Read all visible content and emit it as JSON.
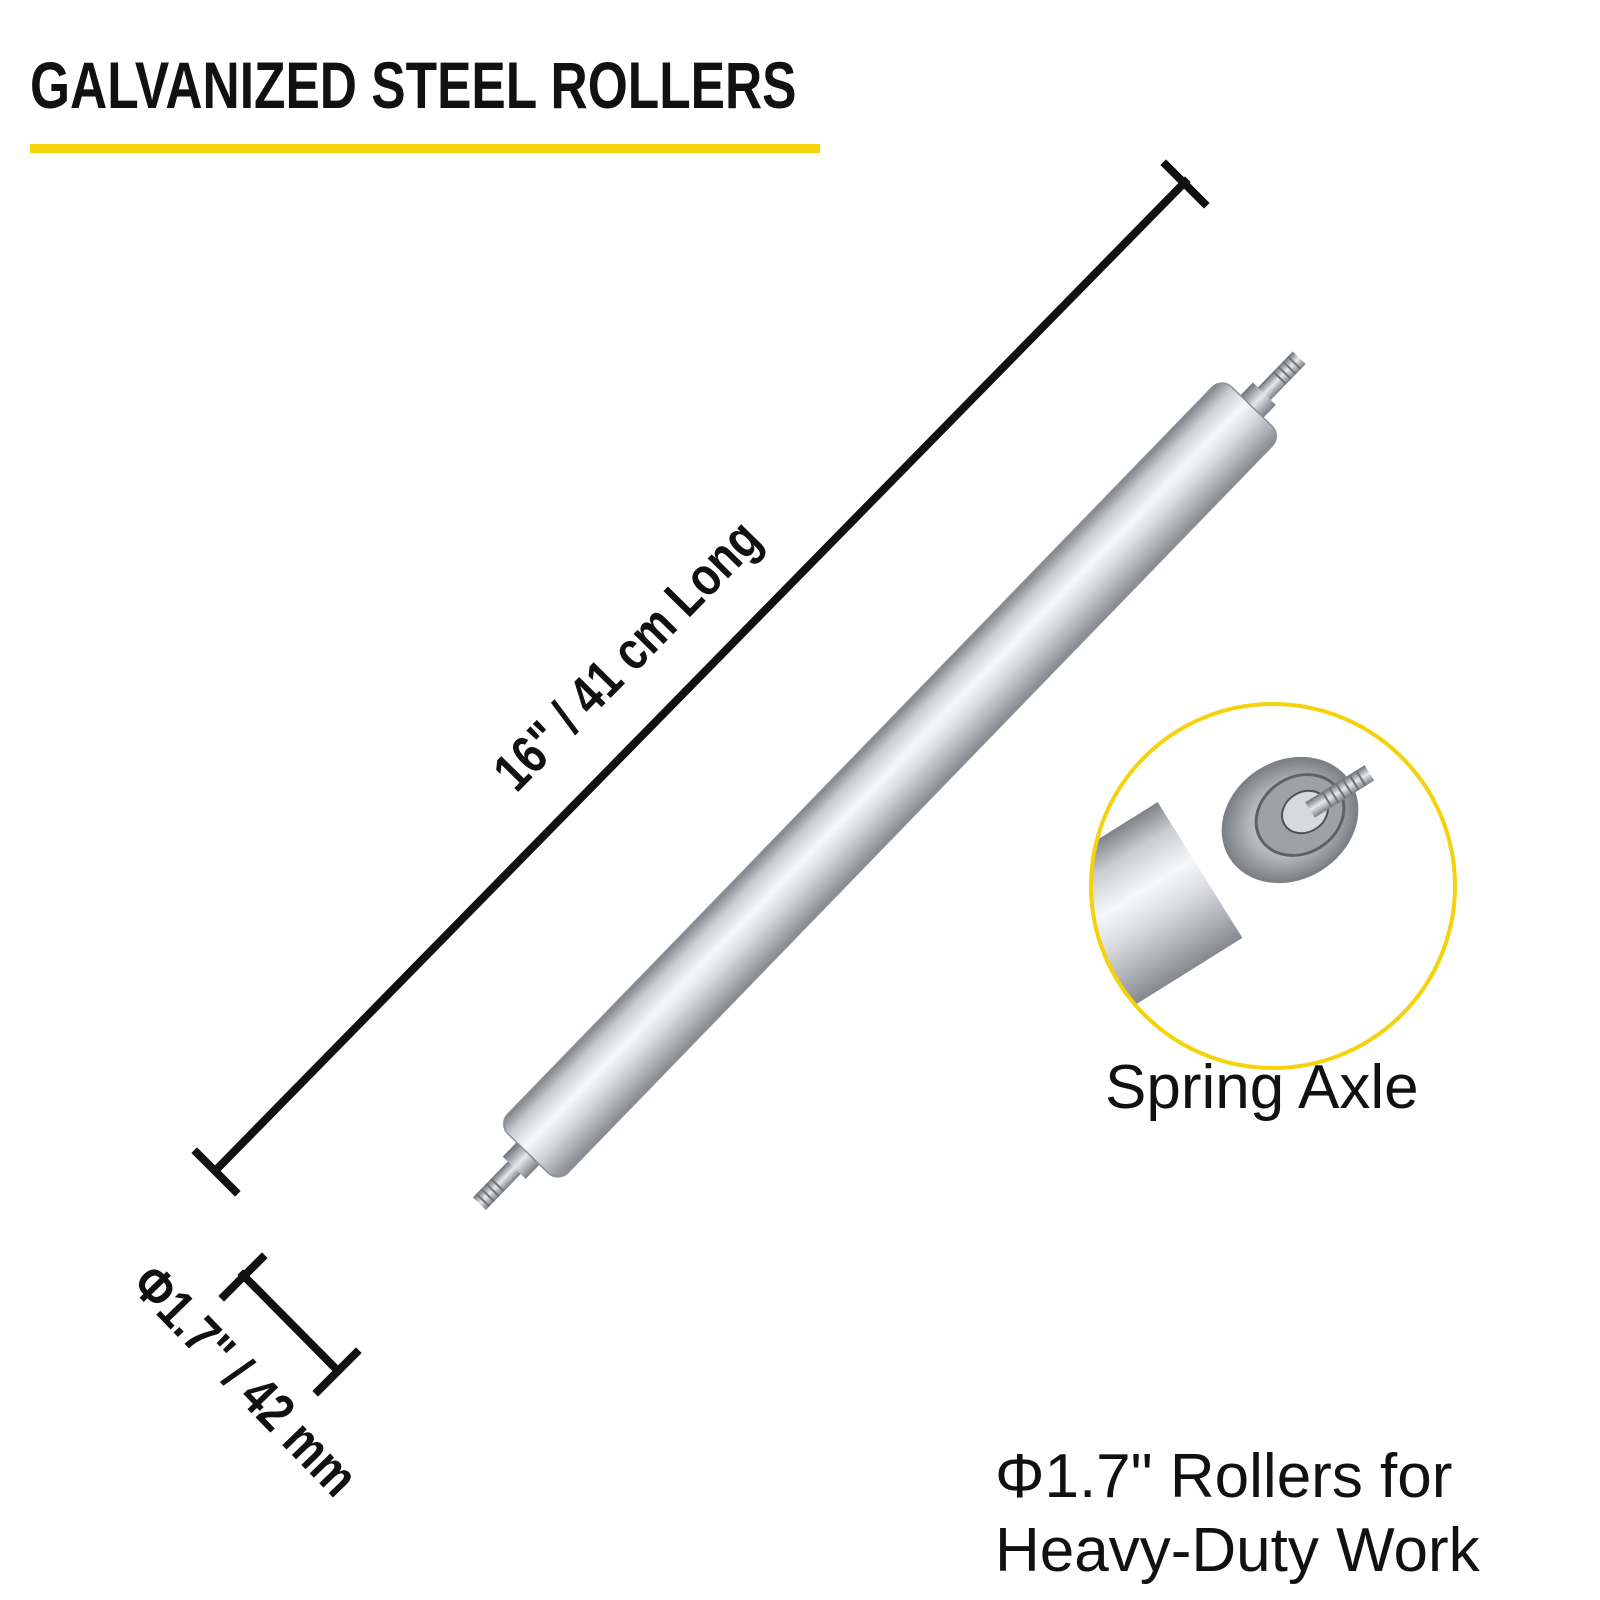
{
  "header": {
    "title": "GALVANIZED STEEL ROLLERS",
    "underline_color": "#f5d20a"
  },
  "dimensions": {
    "length_label": "16\" / 41 cm Long",
    "diameter_label": "Φ1.7\" / 42 mm"
  },
  "detail_callout": {
    "label": "Spring Axle",
    "ring_color": "#f5d20a"
  },
  "promo": {
    "line1": "Φ1.7\" Rollers for",
    "line2": "Heavy-Duty Work"
  },
  "colors": {
    "text": "#111111",
    "steel_light": "#f2f3f5",
    "steel_dark": "#8a8d92"
  }
}
